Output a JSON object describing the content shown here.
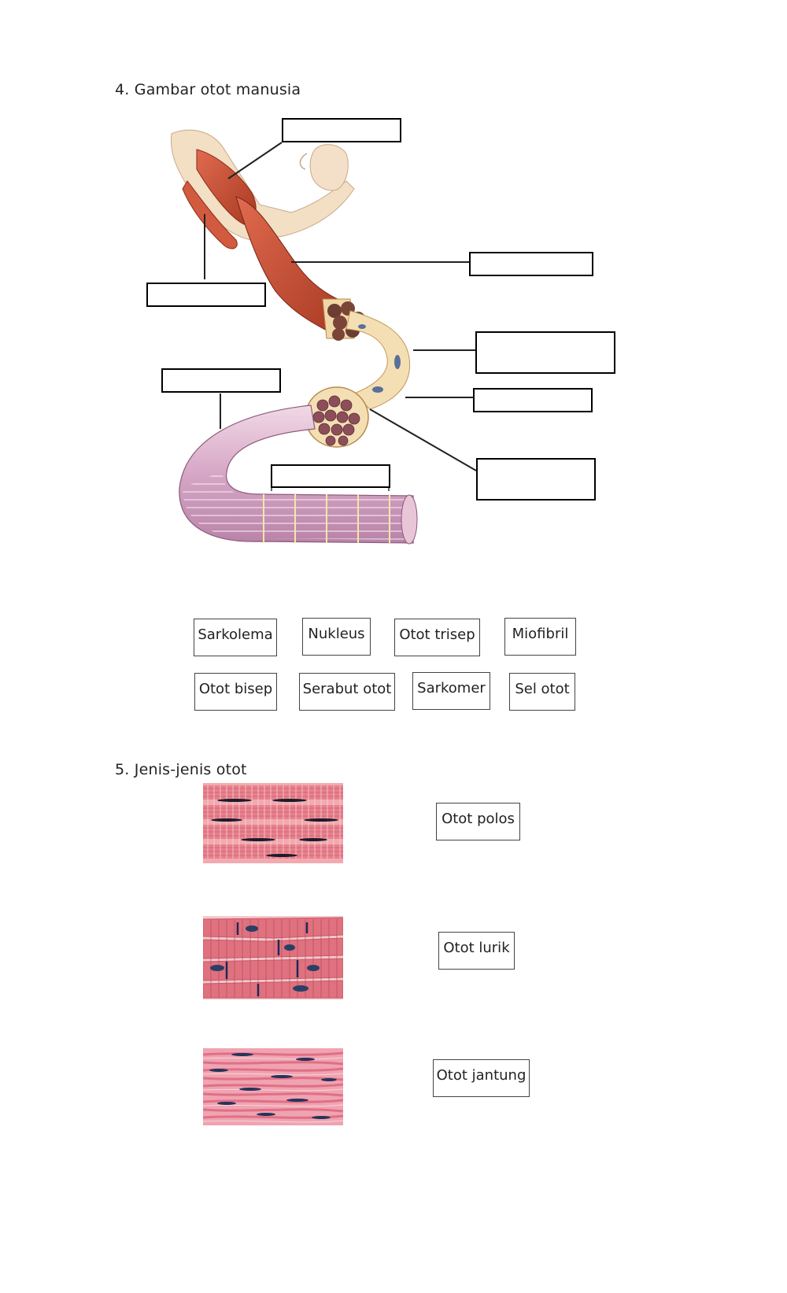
{
  "questions": {
    "q4": {
      "title": "4.  Gambar otot manusia"
    },
    "q5": {
      "title": "5.  Jenis-jenis otot"
    }
  },
  "word_bank": [
    {
      "label": "Sarkolema"
    },
    {
      "label": "Nukleus"
    },
    {
      "label": "Otot trisep"
    },
    {
      "label": "Miofibril"
    },
    {
      "label": "Otot bisep"
    },
    {
      "label": "Serabut otot"
    },
    {
      "label": "Sarkomer"
    },
    {
      "label": "Sel otot"
    }
  ],
  "muscle_types": [
    {
      "label": "Otot polos",
      "image": "striated-fibers"
    },
    {
      "label": "Otot lurik",
      "image": "branched-cardiac-fibers"
    },
    {
      "label": "Otot jantung",
      "image": "spindle-smooth-fibers"
    }
  ],
  "colors": {
    "muscle_red": "#c0392b",
    "tissue_pink": "#e8808c",
    "nucleus_blue": "#2a3f66",
    "tendon_cream": "#f3dfb3"
  }
}
